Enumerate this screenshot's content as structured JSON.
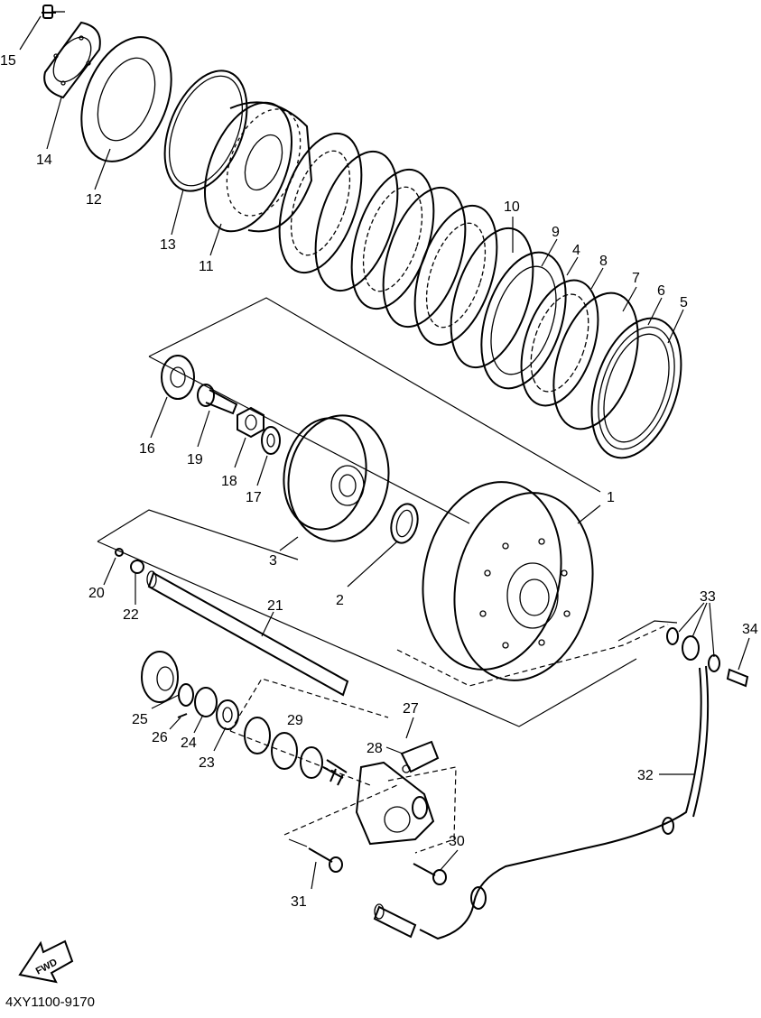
{
  "diagram": {
    "callouts": [
      "1",
      "2",
      "3",
      "4",
      "5",
      "6",
      "7",
      "8",
      "9",
      "10",
      "11",
      "12",
      "13",
      "14",
      "15",
      "16",
      "17",
      "18",
      "19",
      "20",
      "21",
      "22",
      "23",
      "24",
      "25",
      "26",
      "27",
      "28",
      "29",
      "30",
      "31",
      "32",
      "33",
      "34"
    ],
    "fwd_label": "FWD",
    "code": "4XY1100-9170"
  }
}
